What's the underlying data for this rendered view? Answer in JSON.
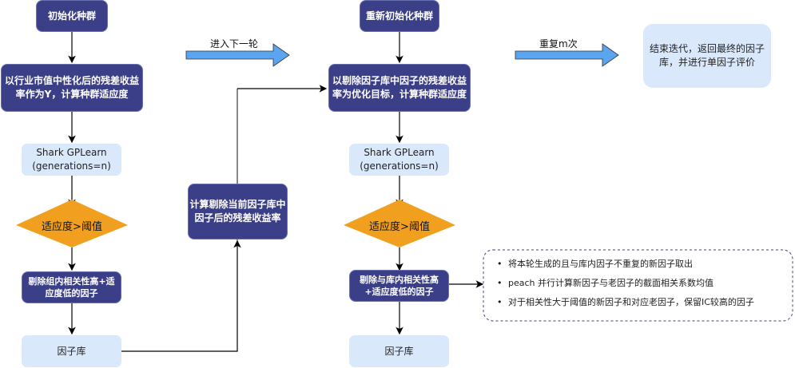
{
  "colors": {
    "dark_node": "#3b3f87",
    "light_node": "#dae8fc",
    "decision": "#f0a01e",
    "block_arrow": "#5aa4f0",
    "note_border": "#3b3f87"
  },
  "left_column": {
    "init": "初始化种群",
    "fitness_line1": "以行业市值中性化后的残差收益",
    "fitness_line2": "率作为Y，计算种群适应度",
    "gplearn_line1": "Shark GPLearn",
    "gplearn_line2": "(generations=n)",
    "decision": "适应度>阈值",
    "remove_line1": "剔除组内相关性高+适",
    "remove_line2": "应度低的因子",
    "library": "因子库"
  },
  "middle": {
    "compute_line1": "计算剔除当前因子库中",
    "compute_line2": "因子后的残差收益率",
    "next_round_label": "进入下一轮"
  },
  "right_column": {
    "reinit": "重新初始化种群",
    "fitness_line1": "以剔除因子库中因子的残差收益",
    "fitness_line2": "率为优化目标，计算种群适应度",
    "gplearn_line1": "Shark GPLearn",
    "gplearn_line2": "(generations=n)",
    "decision": "适应度>阈值",
    "remove_line1": "剔除与库内相关性高",
    "remove_line2": "+适应度低的因子",
    "library": "因子库"
  },
  "repeat": {
    "label": "重复m次"
  },
  "final": {
    "line1": "结束迭代，返回最终的因子",
    "line2": "库，并进行单因子评价"
  },
  "note": {
    "items": [
      "将本轮生成的且与库内因子不重复的新因子取出",
      "peach 并行计算新因子与老因子的截面相关系数均值",
      "对于相关性大于阈值的新因子和对应老因子，保留IC较高的因子"
    ]
  }
}
